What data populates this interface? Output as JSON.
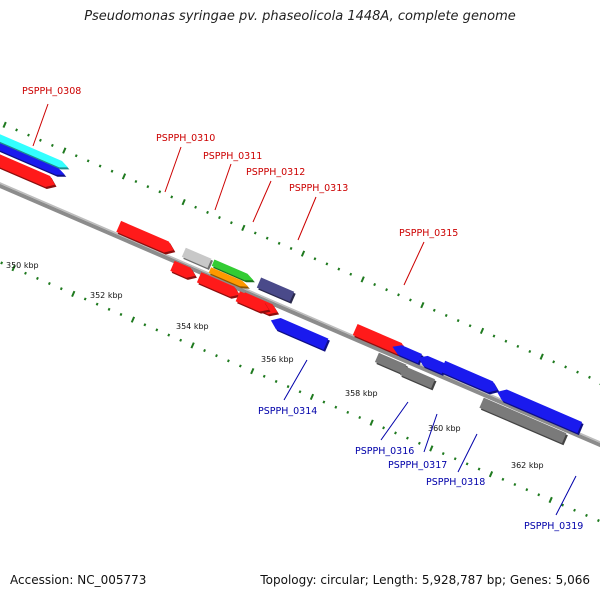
{
  "title": "Pseudomonas syringae pv. phaseolicola 1448A, complete genome",
  "footer": {
    "accession": "Accession: NC_005773",
    "summary": "Topology: circular; Length: 5,928,787 bp; Genes: 5,066"
  },
  "colors": {
    "backbone": "#8c8c8c",
    "tick": "#1f7a1f",
    "red": "#ff1a1a",
    "blue": "#1a1aee",
    "gray": "#7a7a7a",
    "light_gray": "#c8c8c8",
    "green": "#33cc33",
    "orange": "#ff9900",
    "slate": "#4a4a8a",
    "cyan": "#33ffff",
    "label_red": "#cc0000",
    "label_blue": "#0000aa"
  },
  "kbp_labels": [
    "350 kbp",
    "352 kbp",
    "354 kbp",
    "356 kbp",
    "358 kbp",
    "360 kbp",
    "362 kbp"
  ],
  "gene_labels": [
    {
      "text": "PSPPH_0308",
      "strand": "plus"
    },
    {
      "text": "PSPPH_0310",
      "strand": "plus"
    },
    {
      "text": "PSPPH_0311",
      "strand": "plus"
    },
    {
      "text": "PSPPH_0312",
      "strand": "plus"
    },
    {
      "text": "PSPPH_0313",
      "strand": "plus"
    },
    {
      "text": "PSPPH_0315",
      "strand": "plus"
    },
    {
      "text": "PSPPH_0314",
      "strand": "minus"
    },
    {
      "text": "PSPPH_0316",
      "strand": "minus"
    },
    {
      "text": "PSPPH_0317",
      "strand": "minus"
    },
    {
      "text": "PSPPH_0318",
      "strand": "minus"
    },
    {
      "text": "PSPPH_0319",
      "strand": "minus"
    }
  ],
  "features": [
    {
      "name": "gene-0308-blue",
      "color": "blue"
    },
    {
      "name": "gene-0308-cyan",
      "color": "cyan"
    },
    {
      "name": "gene-0308-red",
      "color": "red"
    },
    {
      "name": "gene-0310",
      "color": "red"
    },
    {
      "name": "gene-0310-inner",
      "color": "red"
    },
    {
      "name": "gene-0311-gray",
      "color": "light_gray"
    },
    {
      "name": "gene-0311",
      "color": "red"
    },
    {
      "name": "gene-0312-green",
      "color": "green"
    },
    {
      "name": "gene-0312-orange",
      "color": "orange"
    },
    {
      "name": "gene-0312",
      "color": "red"
    },
    {
      "name": "gene-0313-slate",
      "color": "slate"
    },
    {
      "name": "gene-0313",
      "color": "red"
    },
    {
      "name": "gene-0315",
      "color": "red"
    },
    {
      "name": "gene-0314",
      "color": "blue"
    },
    {
      "name": "gene-0316",
      "color": "blue"
    },
    {
      "name": "gene-0316-gray",
      "color": "gray"
    },
    {
      "name": "gene-0317",
      "color": "blue"
    },
    {
      "name": "gene-0317-gray",
      "color": "gray"
    },
    {
      "name": "gene-0318",
      "color": "blue"
    },
    {
      "name": "gene-0319",
      "color": "blue"
    },
    {
      "name": "gene-0319-gray",
      "color": "gray"
    }
  ]
}
